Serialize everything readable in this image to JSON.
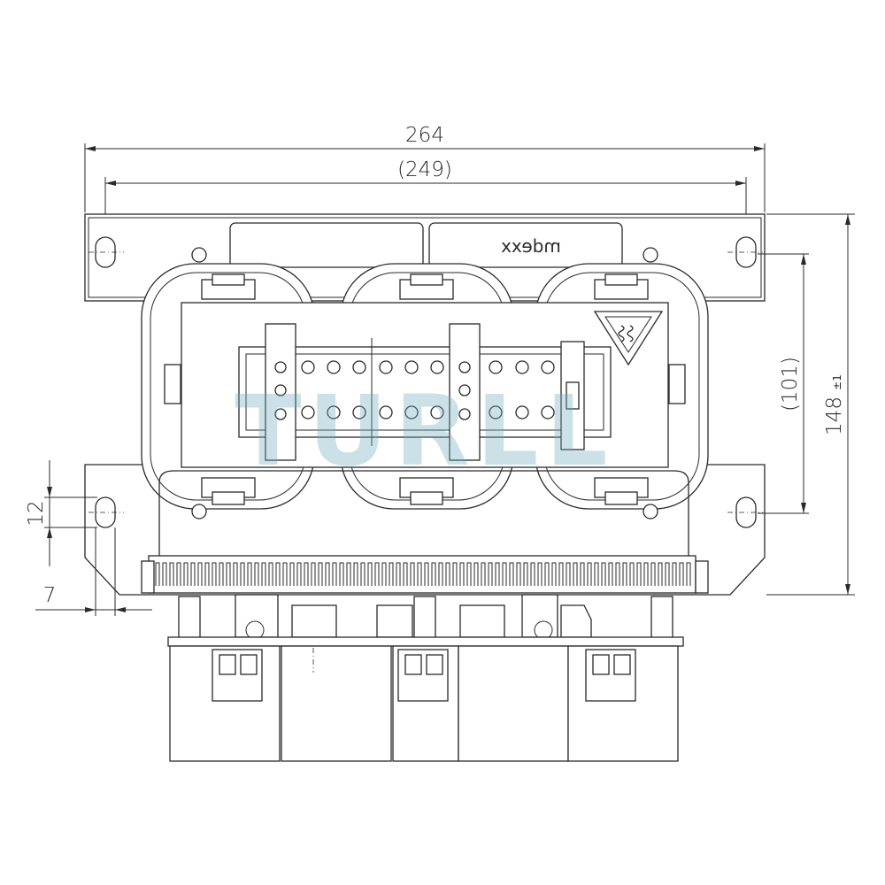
{
  "dimensions": {
    "overall_width": "264",
    "hole_spacing": "(249)",
    "hole_height_spacing": "(101)",
    "overall_height": "148",
    "overall_height_tolerance": "±1",
    "slot_height": "12",
    "slot_width": "7"
  },
  "labels": {
    "brand_mirrored": "mdexx",
    "watermark": "TURLL"
  },
  "icons": {
    "warning": "high-voltage-warning-triangle-icon"
  },
  "terminal_block": {
    "hole_columns_group1": 3,
    "hole_columns_group2": 3,
    "hole_columns_group3": 3,
    "rows": 2
  }
}
